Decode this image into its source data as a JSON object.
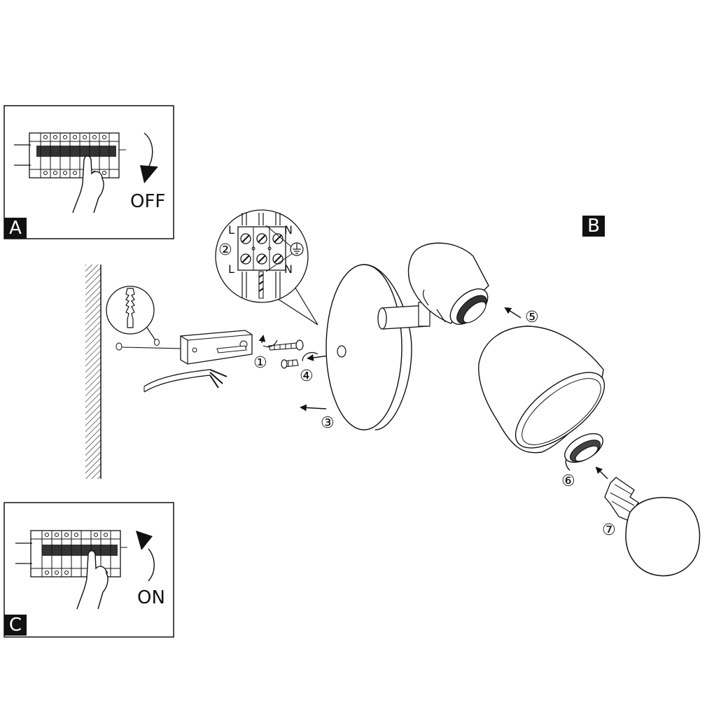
{
  "panels": {
    "a": {
      "letter": "A",
      "switch_label": "OFF"
    },
    "b": {
      "letter": "B"
    },
    "c": {
      "letter": "C",
      "switch_label": "ON"
    }
  },
  "terminal": {
    "step": "②",
    "top_left": "L",
    "top_right": "N",
    "bottom_left": "L",
    "bottom_right": "N"
  },
  "steps": [
    "①",
    "③",
    "④",
    "⑤",
    "⑥",
    "⑦"
  ]
}
